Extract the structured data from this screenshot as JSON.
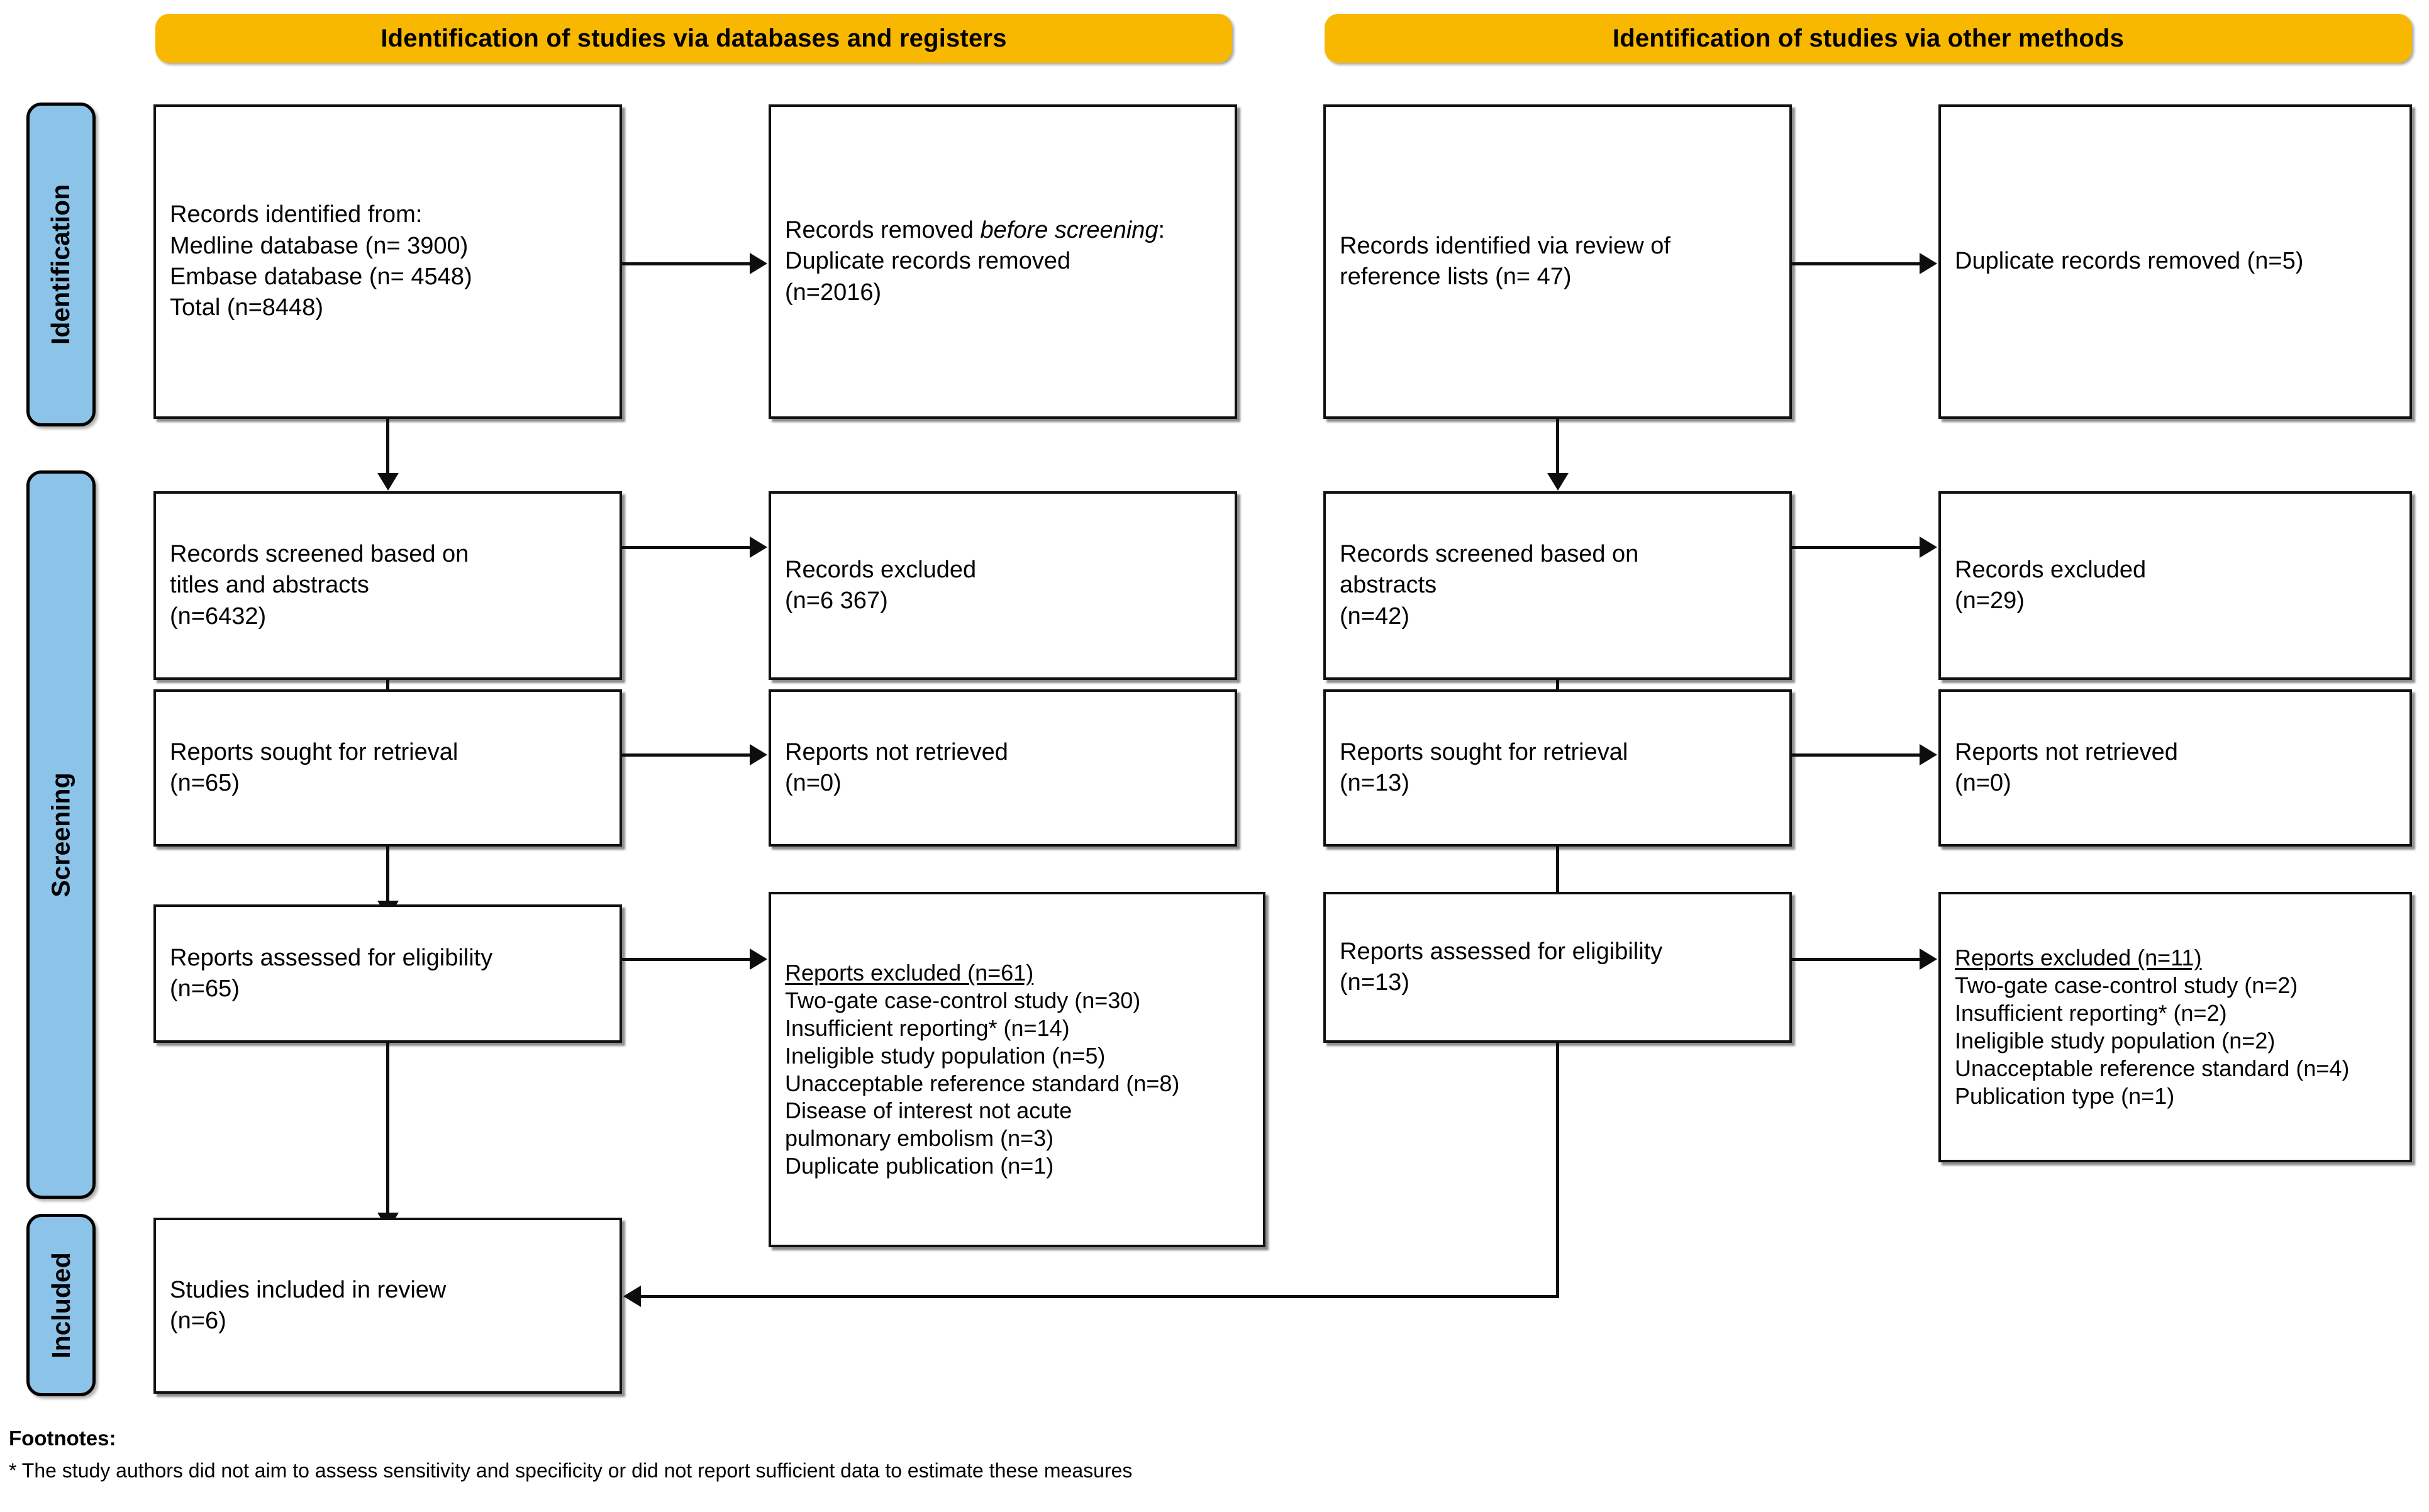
{
  "banners": {
    "databases": "Identification of studies via databases and registers",
    "other": "Identification of studies via other methods"
  },
  "phases": {
    "identification": "Identification",
    "screening": "Screening",
    "included": "Included"
  },
  "databases_column": {
    "identified": "Records identified from:\nMedline database (n= 3900)\nEmbase database (n= 4548)\nTotal (n=8448)",
    "removed_before_screening_line1": "Records removed ",
    "removed_before_screening_italic": "before screening",
    "removed_before_screening_rest": ":\nDuplicate records removed\n(n=2016)",
    "screened": "Records screened based on\ntitles and abstracts\n(n=6432)",
    "records_excluded": "Records excluded\n(n=6 367)",
    "sought": "Reports sought for retrieval\n(n=65)",
    "not_retrieved": "Reports not retrieved\n(n=0)",
    "assessed": "Reports assessed for eligibility\n(n=65)",
    "reports_excluded_header": "Reports excluded (n=61)",
    "reports_excluded_reasons": "Two-gate case-control study (n=30)\nInsufficient reporting* (n=14)\nIneligible study population (n=5)\nUnacceptable reference standard (n=8)\nDisease of interest not acute\npulmonary embolism (n=3)\nDuplicate publication (n=1)"
  },
  "other_column": {
    "identified": "Records identified via review of\nreference lists (n= 47)",
    "duplicates_removed": "Duplicate records removed (n=5)",
    "screened": "Records screened based on\nabstracts\n(n=42)",
    "records_excluded": "Records excluded\n(n=29)",
    "sought": "Reports sought for retrieval\n(n=13)",
    "not_retrieved": "Reports not retrieved\n(n=0)",
    "assessed": "Reports assessed for eligibility\n(n=13)",
    "reports_excluded_header": "Reports excluded (n=11)",
    "reports_excluded_reasons": "Two-gate case-control study (n=2)\nInsufficient reporting* (n=2)\nIneligible study population (n=2)\nUnacceptable reference standard (n=4)\nPublication type (n=1)"
  },
  "included_box": {
    "studies_included": "Studies included in review\n(n=6)"
  },
  "footnotes": {
    "title": "Footnotes:",
    "line1": "* The study authors did not aim to assess sensitivity and specificity or did not report sufficient data to estimate these measures"
  },
  "colors": {
    "banner_orange": "#F9B800",
    "phase_blue": "#8CC3E9",
    "box_border": "#111111",
    "connector": "#0D0D0D"
  }
}
